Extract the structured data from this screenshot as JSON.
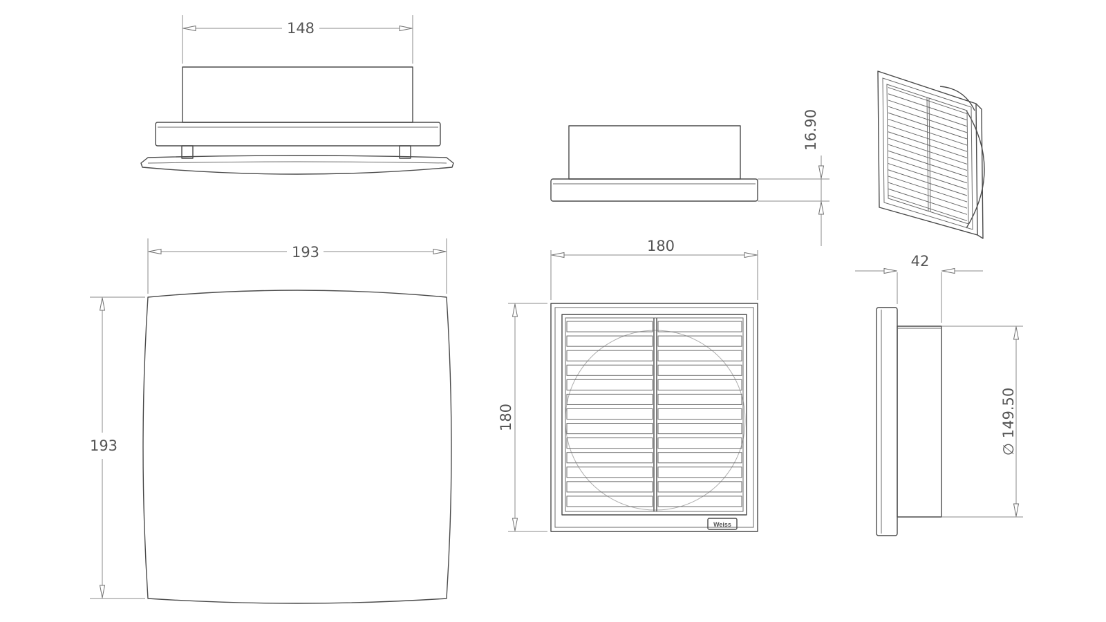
{
  "dimensions": {
    "top_width": "148",
    "front_width": "193",
    "front_height": "193",
    "grille_width": "180",
    "grille_height": "180",
    "flange_thickness": "16.90",
    "depth": "42",
    "duct_diameter": "∅ 149.50"
  },
  "brand_label": "Weiss",
  "colors": {
    "line": "#4a4a4a",
    "dimension": "#8a8a8a",
    "text": "#555555",
    "background": "#ffffff"
  }
}
